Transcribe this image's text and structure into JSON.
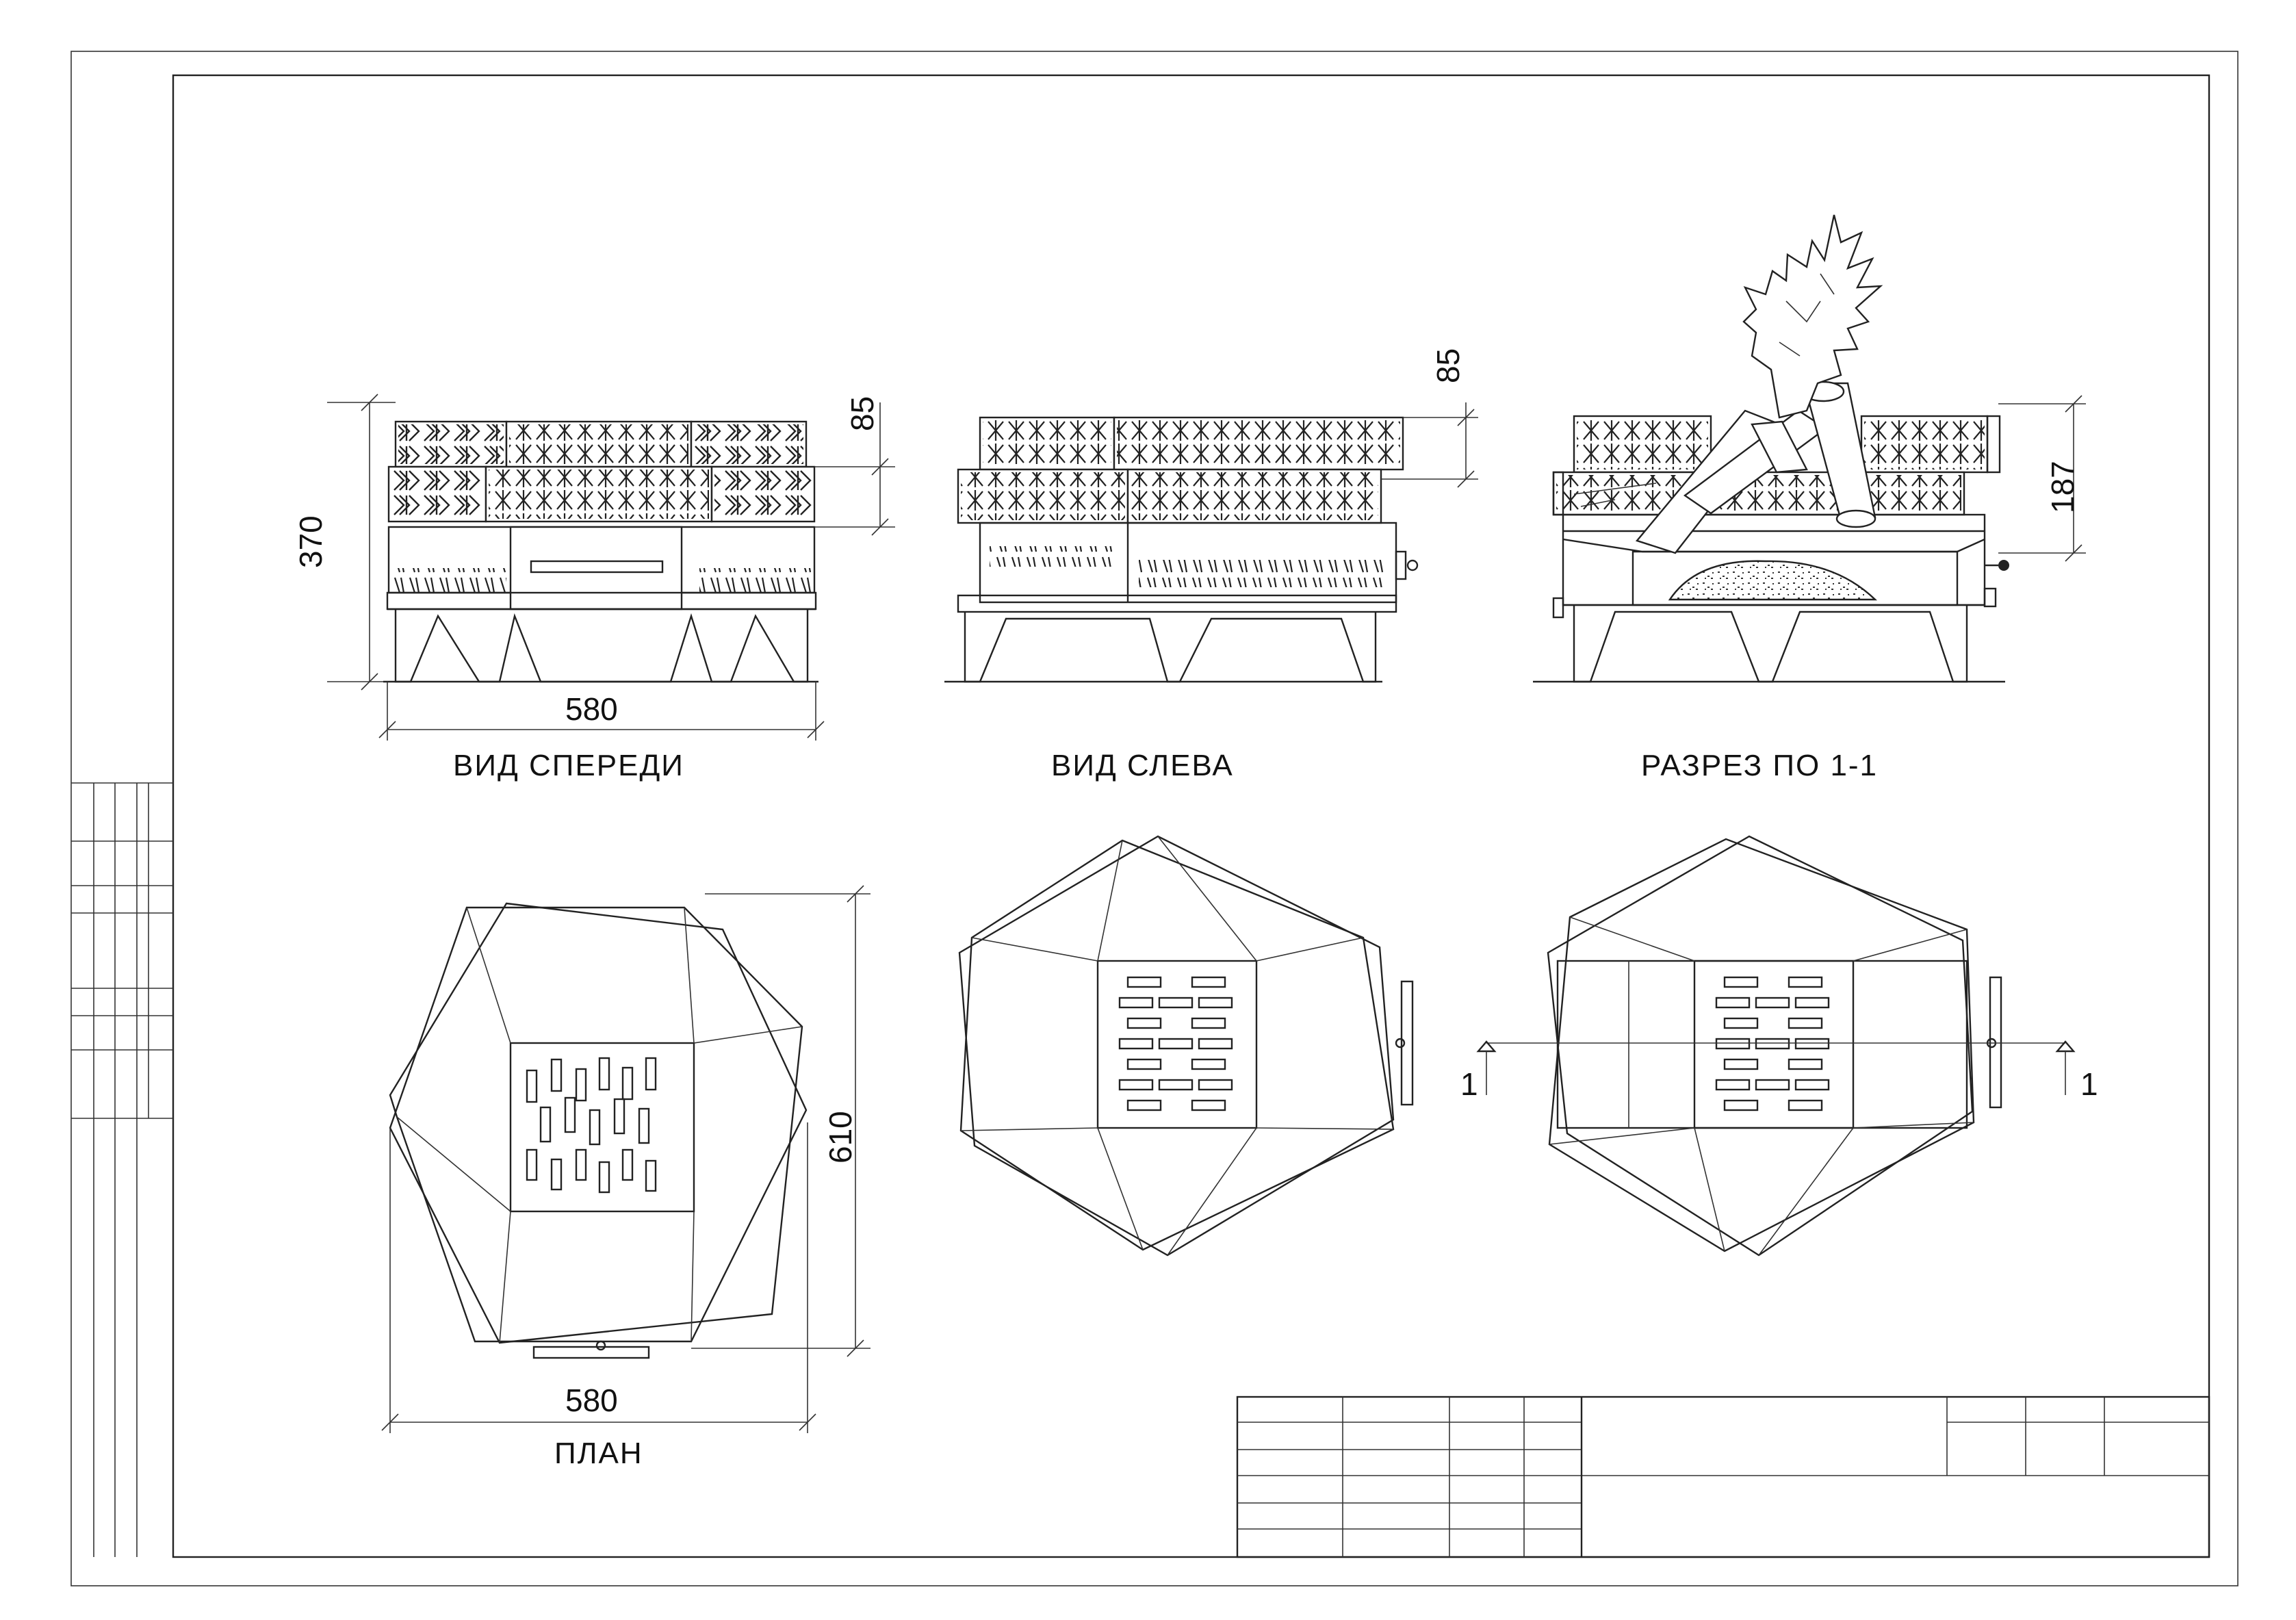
{
  "views": {
    "front": {
      "label": "ВИД  СПЕРЕДИ",
      "dim_height": "370",
      "dim_top": "85",
      "dim_width": "580"
    },
    "left": {
      "label": "ВИД  СЛЕВА",
      "dim_top": "85"
    },
    "section": {
      "label": "РАЗРЕЗ  ПО  1-1",
      "dim_height": "187"
    },
    "plan": {
      "label": "ПЛАН",
      "dim_height": "610",
      "dim_width": "580"
    }
  },
  "section_markers": {
    "left": "1",
    "right": "1"
  }
}
